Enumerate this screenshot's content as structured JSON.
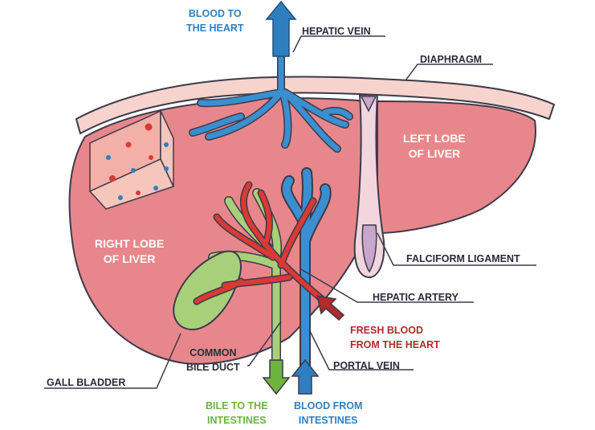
{
  "labels": {
    "blood_to_heart": [
      "BLOOD TO",
      "THE HEART"
    ],
    "hepatic_vein": "HEPATIC VEIN",
    "diaphragm": "DIAPHRAGM",
    "left_lobe": [
      "LEFT LOBE",
      "OF LIVER"
    ],
    "right_lobe": [
      "RIGHT LOBE",
      "OF LIVER"
    ],
    "falciform_ligament": "FALCIFORM LIGAMENT",
    "hepatic_artery": "HEPATIC ARTERY",
    "fresh_blood": [
      "FRESH BLOOD",
      "FROM THE HEART"
    ],
    "common_bile_duct": [
      "COMMON",
      "BILE DUCT"
    ],
    "portal_vein": "PORTAL VEIN",
    "gall_bladder": "GALL BLADDER",
    "bile_to_intestines": [
      "BILE TO THE",
      "INTESTINES"
    ],
    "blood_from_intestines": [
      "BLOOD FROM",
      "INTESTINES"
    ]
  },
  "colors": {
    "liver": "#e8878b",
    "liver_dark": "#c96268",
    "vein_blue": "#3a8fd0",
    "artery_red": "#d93a34",
    "bile_green": "#a8d07a",
    "diaphragm": "#f6d3cc",
    "ligament_purple": "#c9a6cc",
    "outline": "#3d3a4a"
  }
}
